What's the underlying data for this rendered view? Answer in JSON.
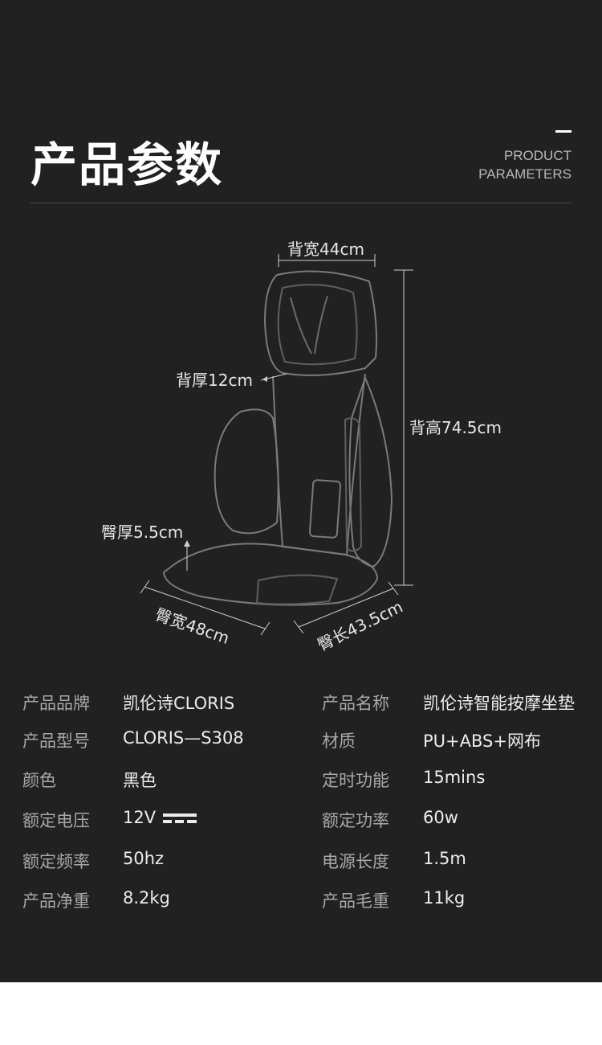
{
  "header": {
    "title": "产品参数",
    "subtitle_line1": "PRODUCT",
    "subtitle_line2": "PARAMETERS"
  },
  "dimensions": {
    "back_width": "背宽44cm",
    "back_thickness": "背厚12cm",
    "back_height": "背高74.5cm",
    "seat_thickness": "臀厚5.5cm",
    "seat_width": "臀宽48cm",
    "seat_length": "臀长43.5cm"
  },
  "specs": {
    "left": [
      {
        "label": "产品品牌",
        "value": "凯伦诗CLORIS"
      },
      {
        "label": "产品型号",
        "value": "CLORIS—S308"
      },
      {
        "label": "颜色",
        "value": "黑色"
      },
      {
        "label": "额定电压",
        "value": "12V"
      },
      {
        "label": "额定频率",
        "value": "50hz"
      },
      {
        "label": "产品净重",
        "value": "8.2kg"
      }
    ],
    "right": [
      {
        "label": "产品名称",
        "value": "凯伦诗智能按摩坐垫"
      },
      {
        "label": "材质",
        "value": "PU+ABS+网布"
      },
      {
        "label": "定时功能",
        "value": "15mins"
      },
      {
        "label": "额定功率",
        "value": "60w"
      },
      {
        "label": "电源长度",
        "value": "1.5m"
      },
      {
        "label": "产品毛重",
        "value": "11kg"
      }
    ]
  },
  "colors": {
    "background": "#212121",
    "text": "#ececec",
    "label": "#a8a8a8"
  }
}
